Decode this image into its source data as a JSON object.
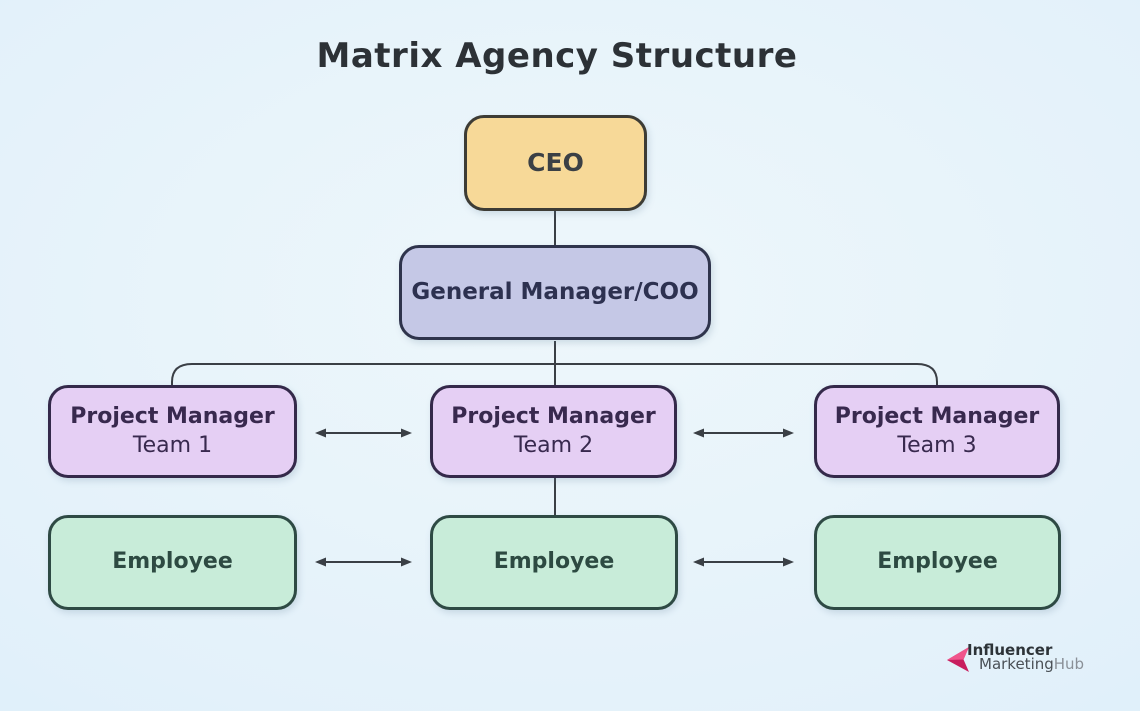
{
  "title": "Matrix Agency Structure",
  "nodes": {
    "ceo": {
      "label": "CEO"
    },
    "gm": {
      "label": "General Manager/COO"
    },
    "pm1": {
      "label": "Project Manager",
      "sublabel": "Team 1"
    },
    "pm2": {
      "label": "Project Manager",
      "sublabel": "Team 2"
    },
    "pm3": {
      "label": "Project Manager",
      "sublabel": "Team 3"
    },
    "emp1": {
      "label": "Employee"
    },
    "emp2": {
      "label": "Employee"
    },
    "emp3": {
      "label": "Employee"
    }
  },
  "edges": [
    {
      "from": "ceo",
      "to": "gm",
      "type": "line"
    },
    {
      "from": "gm",
      "to": "pm1",
      "type": "line"
    },
    {
      "from": "gm",
      "to": "pm2",
      "type": "line"
    },
    {
      "from": "gm",
      "to": "pm3",
      "type": "line"
    },
    {
      "from": "pm2",
      "to": "emp2",
      "type": "line"
    },
    {
      "from": "pm1",
      "to": "pm2",
      "type": "double-arrow"
    },
    {
      "from": "pm2",
      "to": "pm3",
      "type": "double-arrow"
    },
    {
      "from": "emp1",
      "to": "emp2",
      "type": "double-arrow"
    },
    {
      "from": "emp2",
      "to": "emp3",
      "type": "double-arrow"
    }
  ],
  "logo": {
    "icon": "arrow-left-icon",
    "line1": "Influencer",
    "line2_dark": "Marketing",
    "line2_light": "Hub"
  },
  "colors": {
    "background_center": "#eef7fb",
    "background_mid": "#e3f1fa",
    "background_edge": "#d6edfa",
    "title_text": "#2c3136",
    "connector": "#3a3f45",
    "ceo_fill": "#f7d998",
    "ceo_border": "#3d3c35",
    "ceo_text": "#3b4045",
    "gm_fill": "#c5c8e6",
    "gm_border": "#2f344c",
    "gm_text": "#2d3150",
    "pm_fill": "#e5cff4",
    "pm_border": "#34294a",
    "pm_text": "#38294e",
    "emp_fill": "#c8ecd9",
    "emp_border": "#2e4a44",
    "emp_text": "#2d4a42",
    "logo_pink_dark": "#c81e5e",
    "logo_pink_light": "#f0558c",
    "logo_text_dark": "#2d3338",
    "logo_text_mid": "#4a5056",
    "logo_text_light": "#8a9097"
  }
}
